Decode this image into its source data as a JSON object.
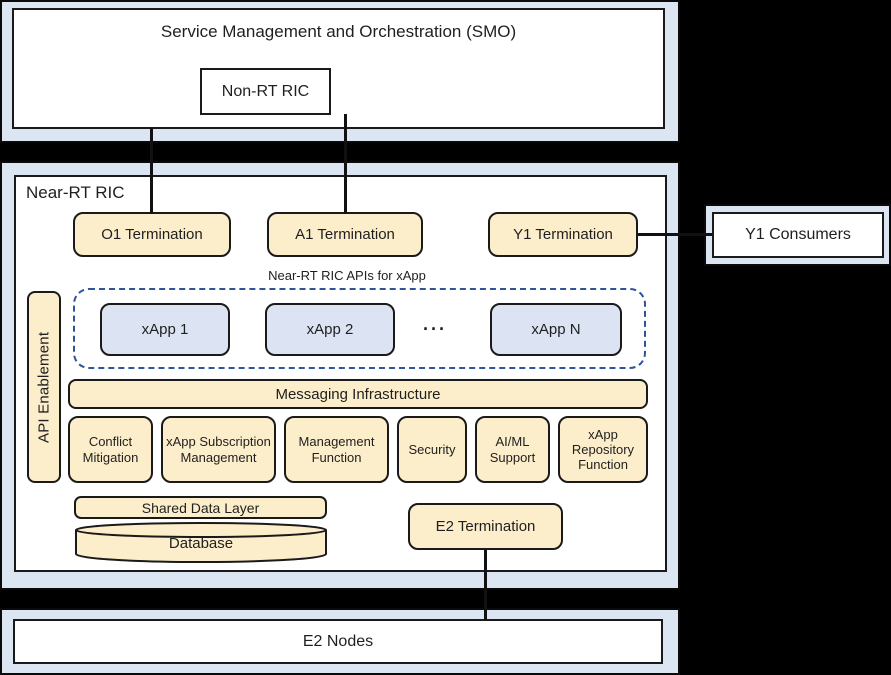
{
  "colors": {
    "page_background": "#000000",
    "container_blue": "#dce6f2",
    "box_yellow": "#fdeecb",
    "xapp_blue": "#dce4f3",
    "dashed_border_blue": "#2e5597",
    "line_black": "#1a1a1a",
    "box_white": "#ffffff"
  },
  "smo": {
    "title": "Service Management and Orchestration (SMO)",
    "non_rt_ric_label": "Non-RT RIC"
  },
  "near_rt": {
    "label": "Near-RT RIC",
    "terminations": [
      "O1 Termination",
      "A1 Termination",
      "Y1 Termination"
    ],
    "xapp_area": {
      "label": "Near-RT RIC APIs for xApp",
      "xapps": [
        "xApp 1",
        "xApp 2",
        "xApp N"
      ],
      "ellipsis": "···"
    },
    "api_enablement_label": "API Enablement",
    "messaging_label": "Messaging Infrastructure",
    "functions": [
      "Conflict Mitigation",
      "xApp Subscription Management",
      "Management Function",
      "Security",
      "AI/ML Support",
      "xApp Repository Function"
    ],
    "shared_data_layer_label": "Shared Data Layer",
    "database_label": "Database",
    "e2_termination_label": "E2 Termination"
  },
  "externals": {
    "y1_consumers_label": "Y1 Consumers",
    "e2_nodes_label": "E2 Nodes"
  }
}
